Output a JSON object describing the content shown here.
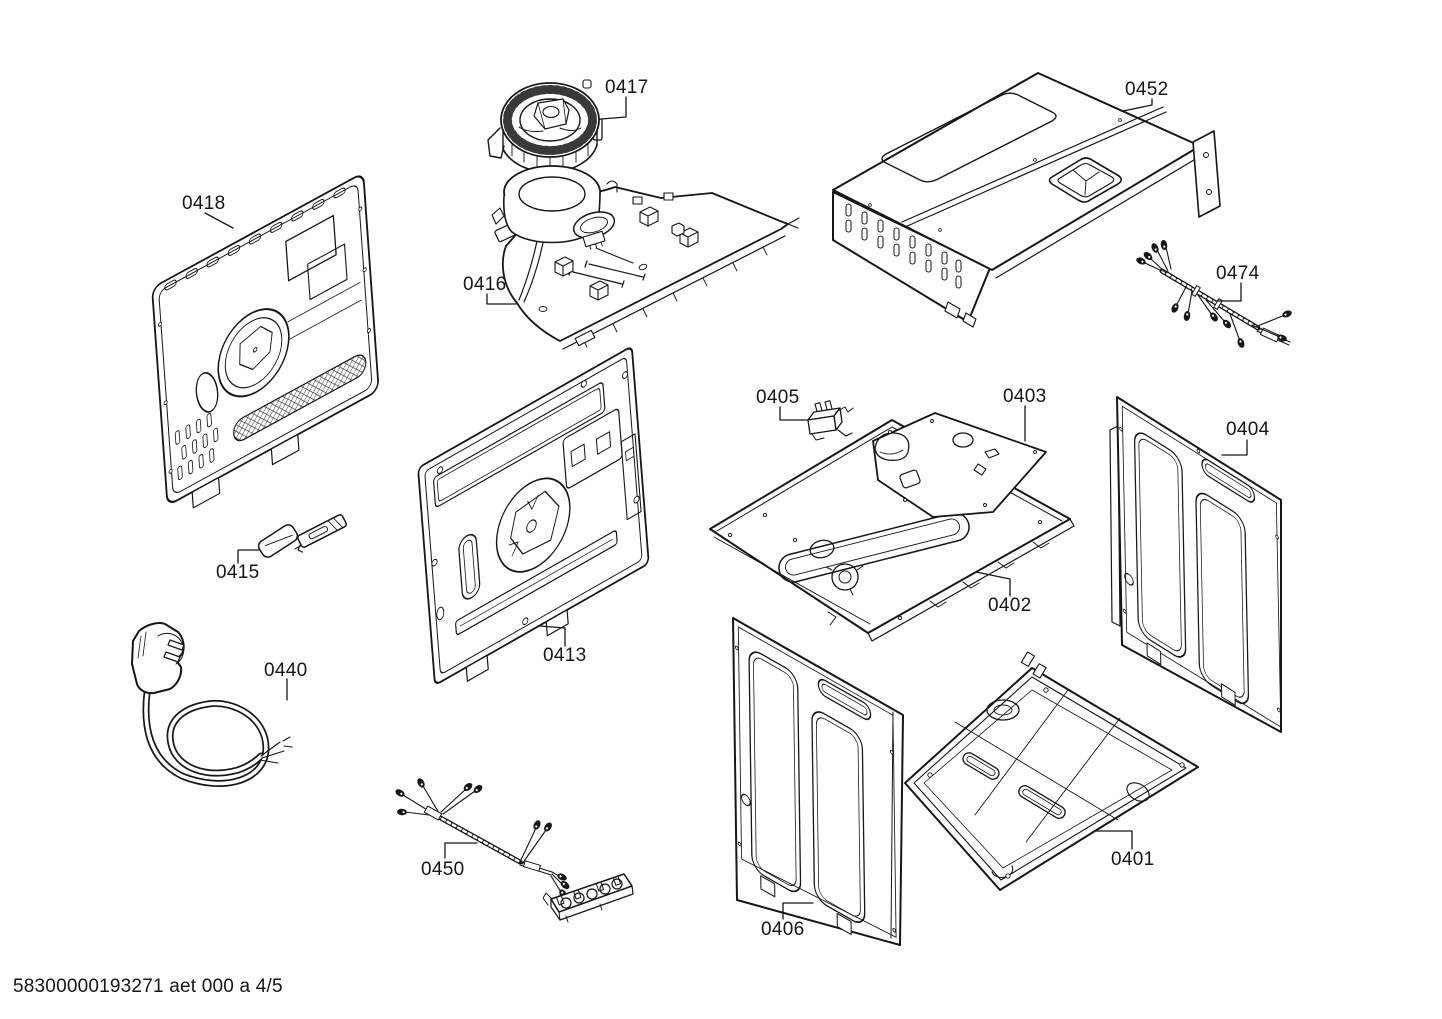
{
  "document": {
    "kind": "exploded-parts-diagram",
    "footer": "58300000193271 aet 000 a 4/5",
    "page_indicator": "4/5",
    "line_color": "#161616",
    "background_color": "#ffffff"
  },
  "parts": [
    {
      "label": "0417",
      "name": "fan-impeller"
    },
    {
      "label": "0452",
      "name": "top-cover"
    },
    {
      "label": "0418",
      "name": "rear-outer-panel"
    },
    {
      "label": "0416",
      "name": "top-panel-assembly"
    },
    {
      "label": "0474",
      "name": "cable-harness"
    },
    {
      "label": "0405",
      "name": "switch"
    },
    {
      "label": "0403",
      "name": "cover-plate"
    },
    {
      "label": "0404",
      "name": "side-panel-right"
    },
    {
      "label": "0415",
      "name": "sensor-clip"
    },
    {
      "label": "0402",
      "name": "base-panel"
    },
    {
      "label": "0413",
      "name": "rear-inner-panel"
    },
    {
      "label": "0440",
      "name": "power-cord"
    },
    {
      "label": "0450",
      "name": "wiring-harness"
    },
    {
      "label": "0401",
      "name": "bottom-panel"
    },
    {
      "label": "0406",
      "name": "side-panel-left"
    }
  ]
}
